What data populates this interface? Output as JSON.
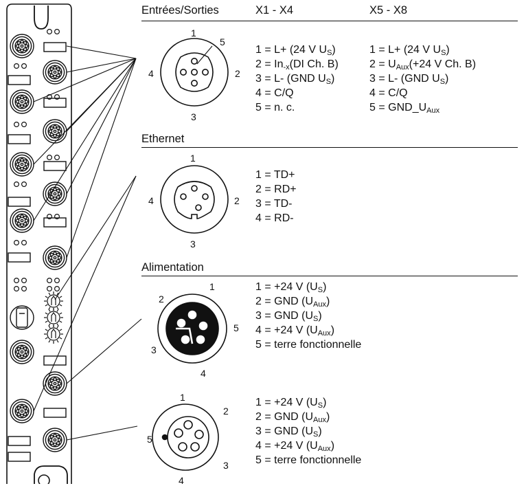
{
  "headers": {
    "io": "Entrées/Sorties",
    "x1x4": "X1 - X4",
    "x5x8": "X5 - X8",
    "ethernet": "Ethernet",
    "power": "Alimentation"
  },
  "io_pins_x1x4": [
    {
      "pre": "1 = L+ (24 V U",
      "sub": "S",
      "post": ")"
    },
    {
      "pre": "2 = In",
      "sub": "-x",
      "post": "(DI Ch. B)"
    },
    {
      "pre": "3 = L- (GND U",
      "sub": "S",
      "post": ")"
    },
    {
      "pre": "4 = C/Q",
      "sub": "",
      "post": ""
    },
    {
      "pre": "5 = n. c.",
      "sub": "",
      "post": ""
    }
  ],
  "io_pins_x5x8": [
    {
      "pre": "1 = L+ (24 V U",
      "sub": "S",
      "post": ")"
    },
    {
      "pre": "2 = U",
      "sub": "Aux",
      "post": "(+24 V Ch. B)"
    },
    {
      "pre": "3 = L- (GND U",
      "sub": "S",
      "post": ")"
    },
    {
      "pre": "4 = C/Q",
      "sub": "",
      "post": ""
    },
    {
      "pre": "5 = GND_U",
      "sub": "Aux",
      "post": ""
    }
  ],
  "ethernet_pins": [
    "1 = TD+",
    "2 = RD+",
    "3 = TD-",
    "4 = RD-"
  ],
  "power_in_pins": [
    {
      "pre": "1 = +24 V (U",
      "sub": "S",
      "post": ")"
    },
    {
      "pre": "2 = GND (U",
      "sub": "Aux",
      "post": ")"
    },
    {
      "pre": "3 = GND (U",
      "sub": "S",
      "post": ")"
    },
    {
      "pre": "4 = +24 V (U",
      "sub": "Aux",
      "post": ")"
    },
    {
      "pre": "5 = terre fonctionnelle",
      "sub": "",
      "post": ""
    }
  ],
  "power_out_pins": [
    {
      "pre": "1 = +24 V (U",
      "sub": "S",
      "post": ")"
    },
    {
      "pre": "2 = GND (U",
      "sub": "Aux",
      "post": ")"
    },
    {
      "pre": "3 = GND (U",
      "sub": "S",
      "post": ")"
    },
    {
      "pre": "4 = +24 V (U",
      "sub": "Aux",
      "post": ")"
    },
    {
      "pre": "5 = terre fonctionnelle",
      "sub": "",
      "post": ""
    }
  ],
  "connector_numbers": {
    "io": [
      "1",
      "2",
      "3",
      "4",
      "5"
    ],
    "eth": [
      "1",
      "2",
      "3",
      "4"
    ],
    "pwr_in": [
      "1",
      "2",
      "3",
      "4",
      "5"
    ],
    "pwr_out": [
      "1",
      "2",
      "3",
      "4",
      "5"
    ]
  },
  "colors": {
    "ink": "#111111",
    "background": "#ffffff",
    "pin_fill": "#ffffff"
  }
}
